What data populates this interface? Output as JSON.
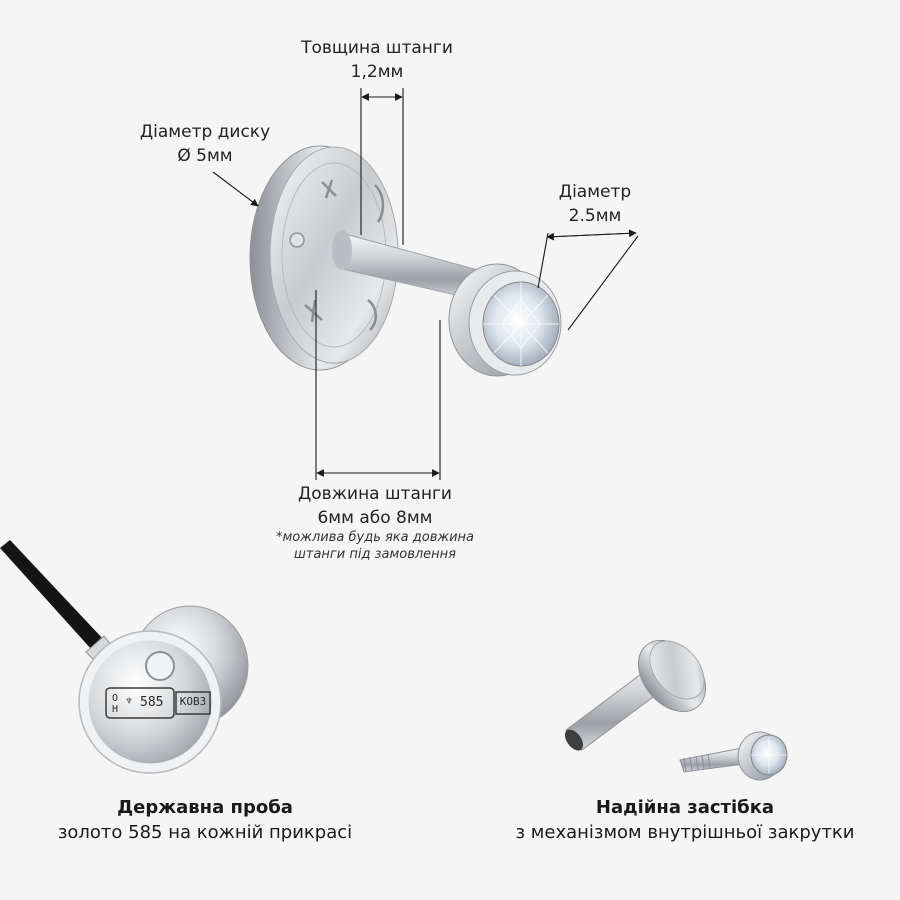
{
  "labels": {
    "thickness": {
      "line1": "Товщина штанги",
      "line2": "1,2мм"
    },
    "disc_diameter": {
      "line1": "Діаметр диску",
      "line2": "Ø 5мм"
    },
    "stone_diameter": {
      "line1": "Діаметр",
      "line2": "2.5мм"
    },
    "length": {
      "line1": "Довжина штанги",
      "line2": "6мм або 8мм"
    },
    "length_note": {
      "line1": "*можлива будь яка довжина",
      "line2": "штанги під замовлення"
    }
  },
  "captions": {
    "hallmark": {
      "title": "Державна проба",
      "subtitle": "золото 585 на кожній прикрасі"
    },
    "clasp": {
      "title": "Надійна застібка",
      "subtitle": "з механізмом внутрішньої закрутки"
    }
  },
  "stamp": {
    "mark": "585",
    "code": "КОВЗ",
    "letter_left": "О",
    "letter_right": "Н"
  },
  "colors": {
    "background": "#f5f5f5",
    "metal": "#c9ccd0",
    "line": "#1a1a1a"
  }
}
